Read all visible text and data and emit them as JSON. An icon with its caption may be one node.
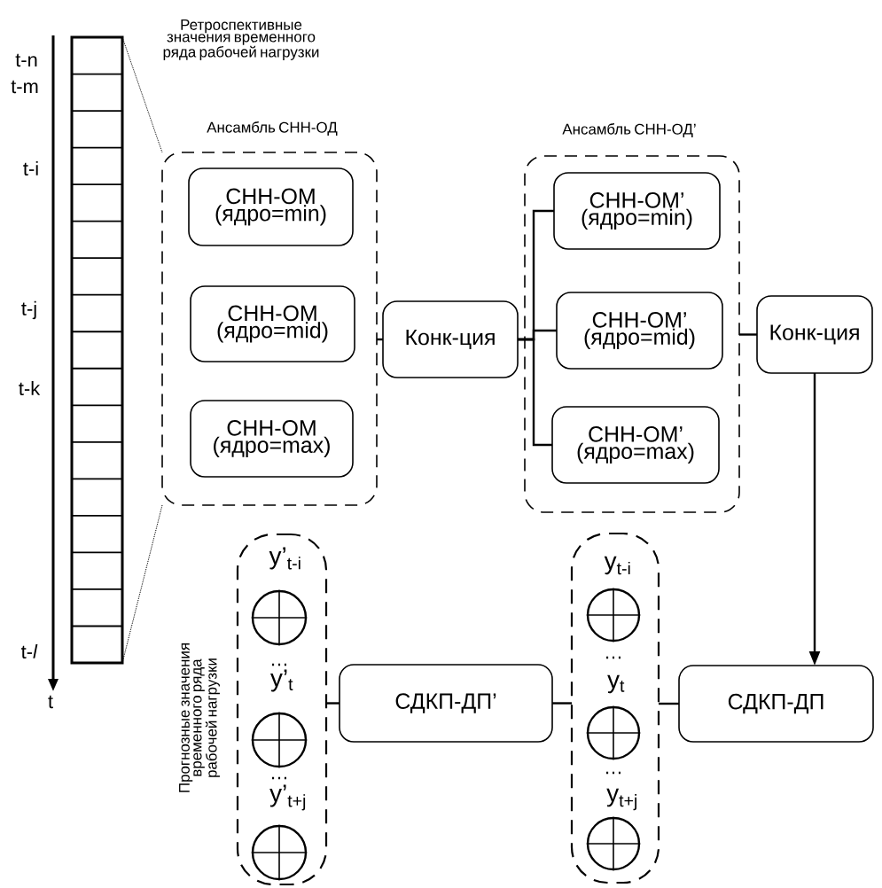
{
  "diagram": {
    "nodes": [
      {
        "text": [
          "Ретроспективные значения временного ряда рабочей нагрузки"
        ]
      },
      {
        "text": [
          "Ансамбль СНН-ОД"
        ]
      },
      {
        "text": [
          "СНН-ОМ (ядро=min)"
        ],
        "in": 1
      },
      {
        "text": [
          "СНН-ОМ (ядро=mid)"
        ],
        "in": 1
      },
      {
        "text": [
          "СНН-ОМ (ядро=max)"
        ],
        "in": 1
      },
      {
        "text": [
          "Конк-ция"
        ]
      },
      {
        "text": [
          "Ансамбль СНН-ОД’"
        ]
      },
      {
        "text": [
          "СНН-ОМ’ (ядро=min)"
        ],
        "in": 6
      },
      {
        "text": [
          "СНН-ОМ’ (ядро=mid)"
        ],
        "in": 6
      },
      {
        "text": [
          "СНН-ОМ’ (ядро=max)"
        ],
        "in": 6
      },
      {
        "text": [
          "Конк-ция"
        ]
      },
      {
        "text": [],
        "shape": "box",
        "beside": [
          "Прогнозные значения временного ряда рабочей нагрузки"
        ]
      },
      {
        "text": [],
        "shape": "circle",
        "in": 11,
        "beside": [
          "y’$_{t-i}$"
        ]
      },
      {
        "text": [],
        "shape": "circle",
        "in": 11,
        "beside": [
          "y’$_{t}$"
        ]
      },
      {
        "text": [],
        "shape": "circle",
        "in": 11,
        "beside": [
          "y’$_{t+j}$"
        ]
      },
      {
        "text": [
          "СДКП-ДП’"
        ]
      },
      {
        "text": [],
        "shape": "box"
      },
      {
        "text": [],
        "shape": "circle",
        "in": 16,
        "beside": [
          "y$_{t-i}$"
        ]
      },
      {
        "text": [],
        "shape": "circle",
        "in": 16,
        "beside": [
          "y$_{t}$"
        ]
      },
      {
        "text": [],
        "shape": "circle",
        "in": 16,
        "beside": [
          "y$_{t+j}$"
        ]
      },
      {
        "text": [
          "СДКП-ДП"
        ]
      }
    ],
    "edges": [
      {
        "from": 0,
        "to": 1,
        "arrow": "none",
        "style": "dashed"
      },
      {
        "from": 0,
        "to": 1,
        "arrow": "none",
        "style": "dashed"
      },
      {
        "from": 1,
        "to": 5,
        "arrow": "none"
      },
      {
        "from": 5,
        "to": 7,
        "arrow": "none"
      },
      {
        "from": 5,
        "to": 8,
        "arrow": "none"
      },
      {
        "from": 5,
        "to": 9,
        "arrow": "none"
      },
      {
        "from": 6,
        "to": 10,
        "arrow": "none"
      },
      {
        "from": 10,
        "to": 20,
        "arrow": "to"
      },
      {
        "from": 20,
        "to": 16,
        "arrow": "none"
      },
      {
        "from": 16,
        "to": 15,
        "arrow": "none"
      },
      {
        "from": 15,
        "to": 11,
        "arrow": "none"
      }
    ],
    "labels": [
      "t-n",
      "t-m",
      "t-i",
      "t-j",
      "t-k",
      "t-*l*",
      "t",
      "…",
      "…",
      "…",
      "…"
    ]
  }
}
